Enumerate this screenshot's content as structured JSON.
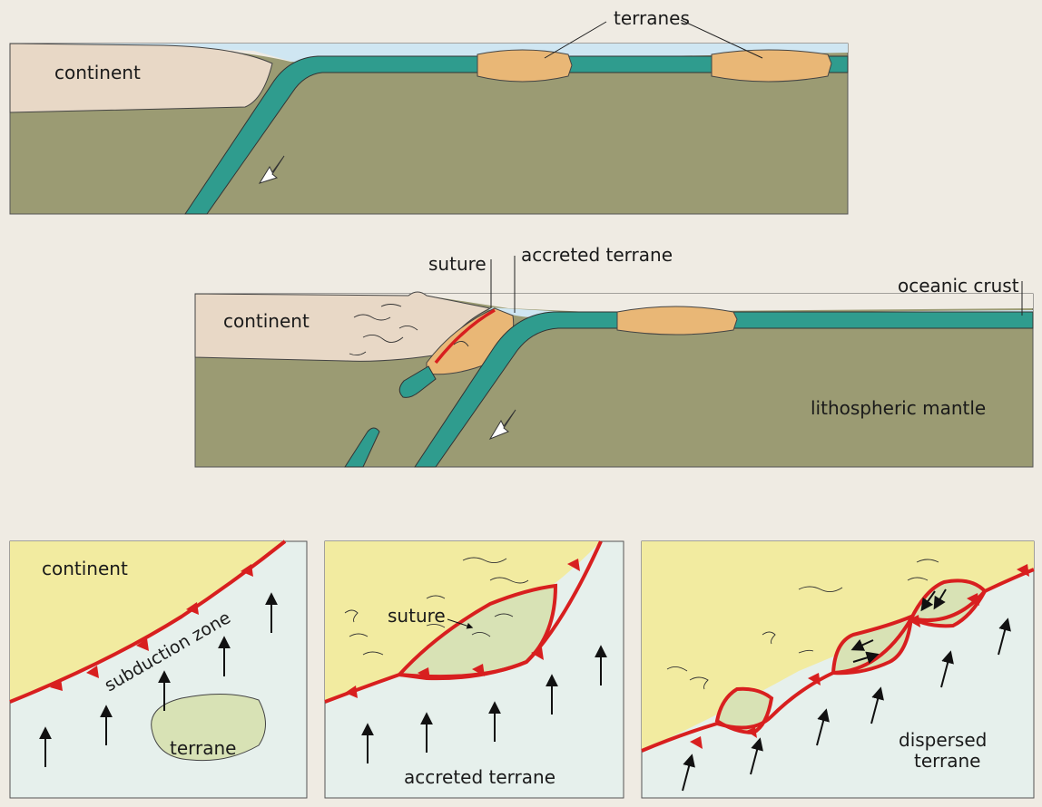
{
  "panel_top": {
    "continent_label": "continent",
    "terranes_label": "terranes"
  },
  "panel_mid": {
    "continent_label": "continent",
    "suture_label": "suture",
    "accreted_terrane_label": "accreted terrane",
    "oceanic_crust_label": "oceanic crust",
    "lithospheric_mantle_label": "lithospheric mantle"
  },
  "panel_bottom_left": {
    "continent_label": "continent",
    "subduction_zone_label": "subduction zone",
    "terrane_label": "terrane"
  },
  "panel_bottom_center": {
    "suture_label": "suture",
    "caption": "accreted terrane"
  },
  "panel_bottom_right": {
    "caption_line1": "dispersed",
    "caption_line2": "terrane"
  },
  "colors": {
    "background": "#efebe3",
    "continent": "#e8d8c6",
    "mantle": "#9b9b73",
    "oceanic_crust": "#2f9c8e",
    "terrane": "#e9b776",
    "sea": "#cfe6f2",
    "suture_red": "#d81f1f",
    "map_continent": "#f2eba0",
    "map_ocean": "#e6f0ec",
    "map_terrane": "#d8e2b5"
  }
}
